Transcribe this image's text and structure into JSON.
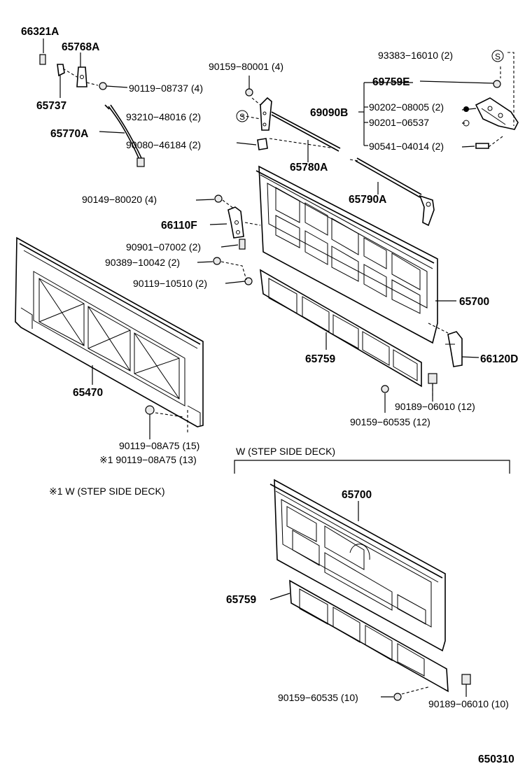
{
  "labels": {
    "p66321A": "66321A",
    "p65768A": "65768A",
    "p65737": "65737",
    "p65770A": "65770A",
    "p90119_08737": "90119−08737 (4)",
    "p90159_80001": "90159−80001 (4)",
    "p93210_48016": "93210−48016 (2)",
    "p90080_46184": "90080−46184 (2)",
    "p65780A": "65780A",
    "p93383_16010": "93383−16010 (2)",
    "p69759E": "69759E",
    "p69090B": "69090B",
    "p90202_08005": "90202−08005 (2)",
    "p90201_06537": "90201−06537",
    "p90541_04014": "90541−04014 (2)",
    "p65790A": "65790A",
    "p90149_80020": "90149−80020 (4)",
    "p66110F": "66110F",
    "p90901_07002": "90901−07002 (2)",
    "p90389_10042": "90389−10042 (2)",
    "p90119_10510": "90119−10510 (2)",
    "p65700": "65700",
    "p65759": "65759",
    "p66120D": "66120D",
    "p65470": "65470",
    "p90189_06010_12": "90189−06010 (12)",
    "p90159_60535_12": "90159−60535 (12)",
    "p90119_08A75_15": "90119−08A75 (15)",
    "p90119_08A75_13": "※1 90119−08A75 (13)",
    "p65700_w": "65700",
    "p65759_w": "65759",
    "p90159_60535_10": "90159−60535 (10)",
    "p90189_06010_10": "90189−06010 (10)"
  },
  "notes": {
    "footnote": "※1 W (STEP SIDE DECK)",
    "inset_title": "W (STEP SIDE DECK)"
  },
  "diagram_number": "650310",
  "symbols": {
    "s_mark": "S"
  }
}
